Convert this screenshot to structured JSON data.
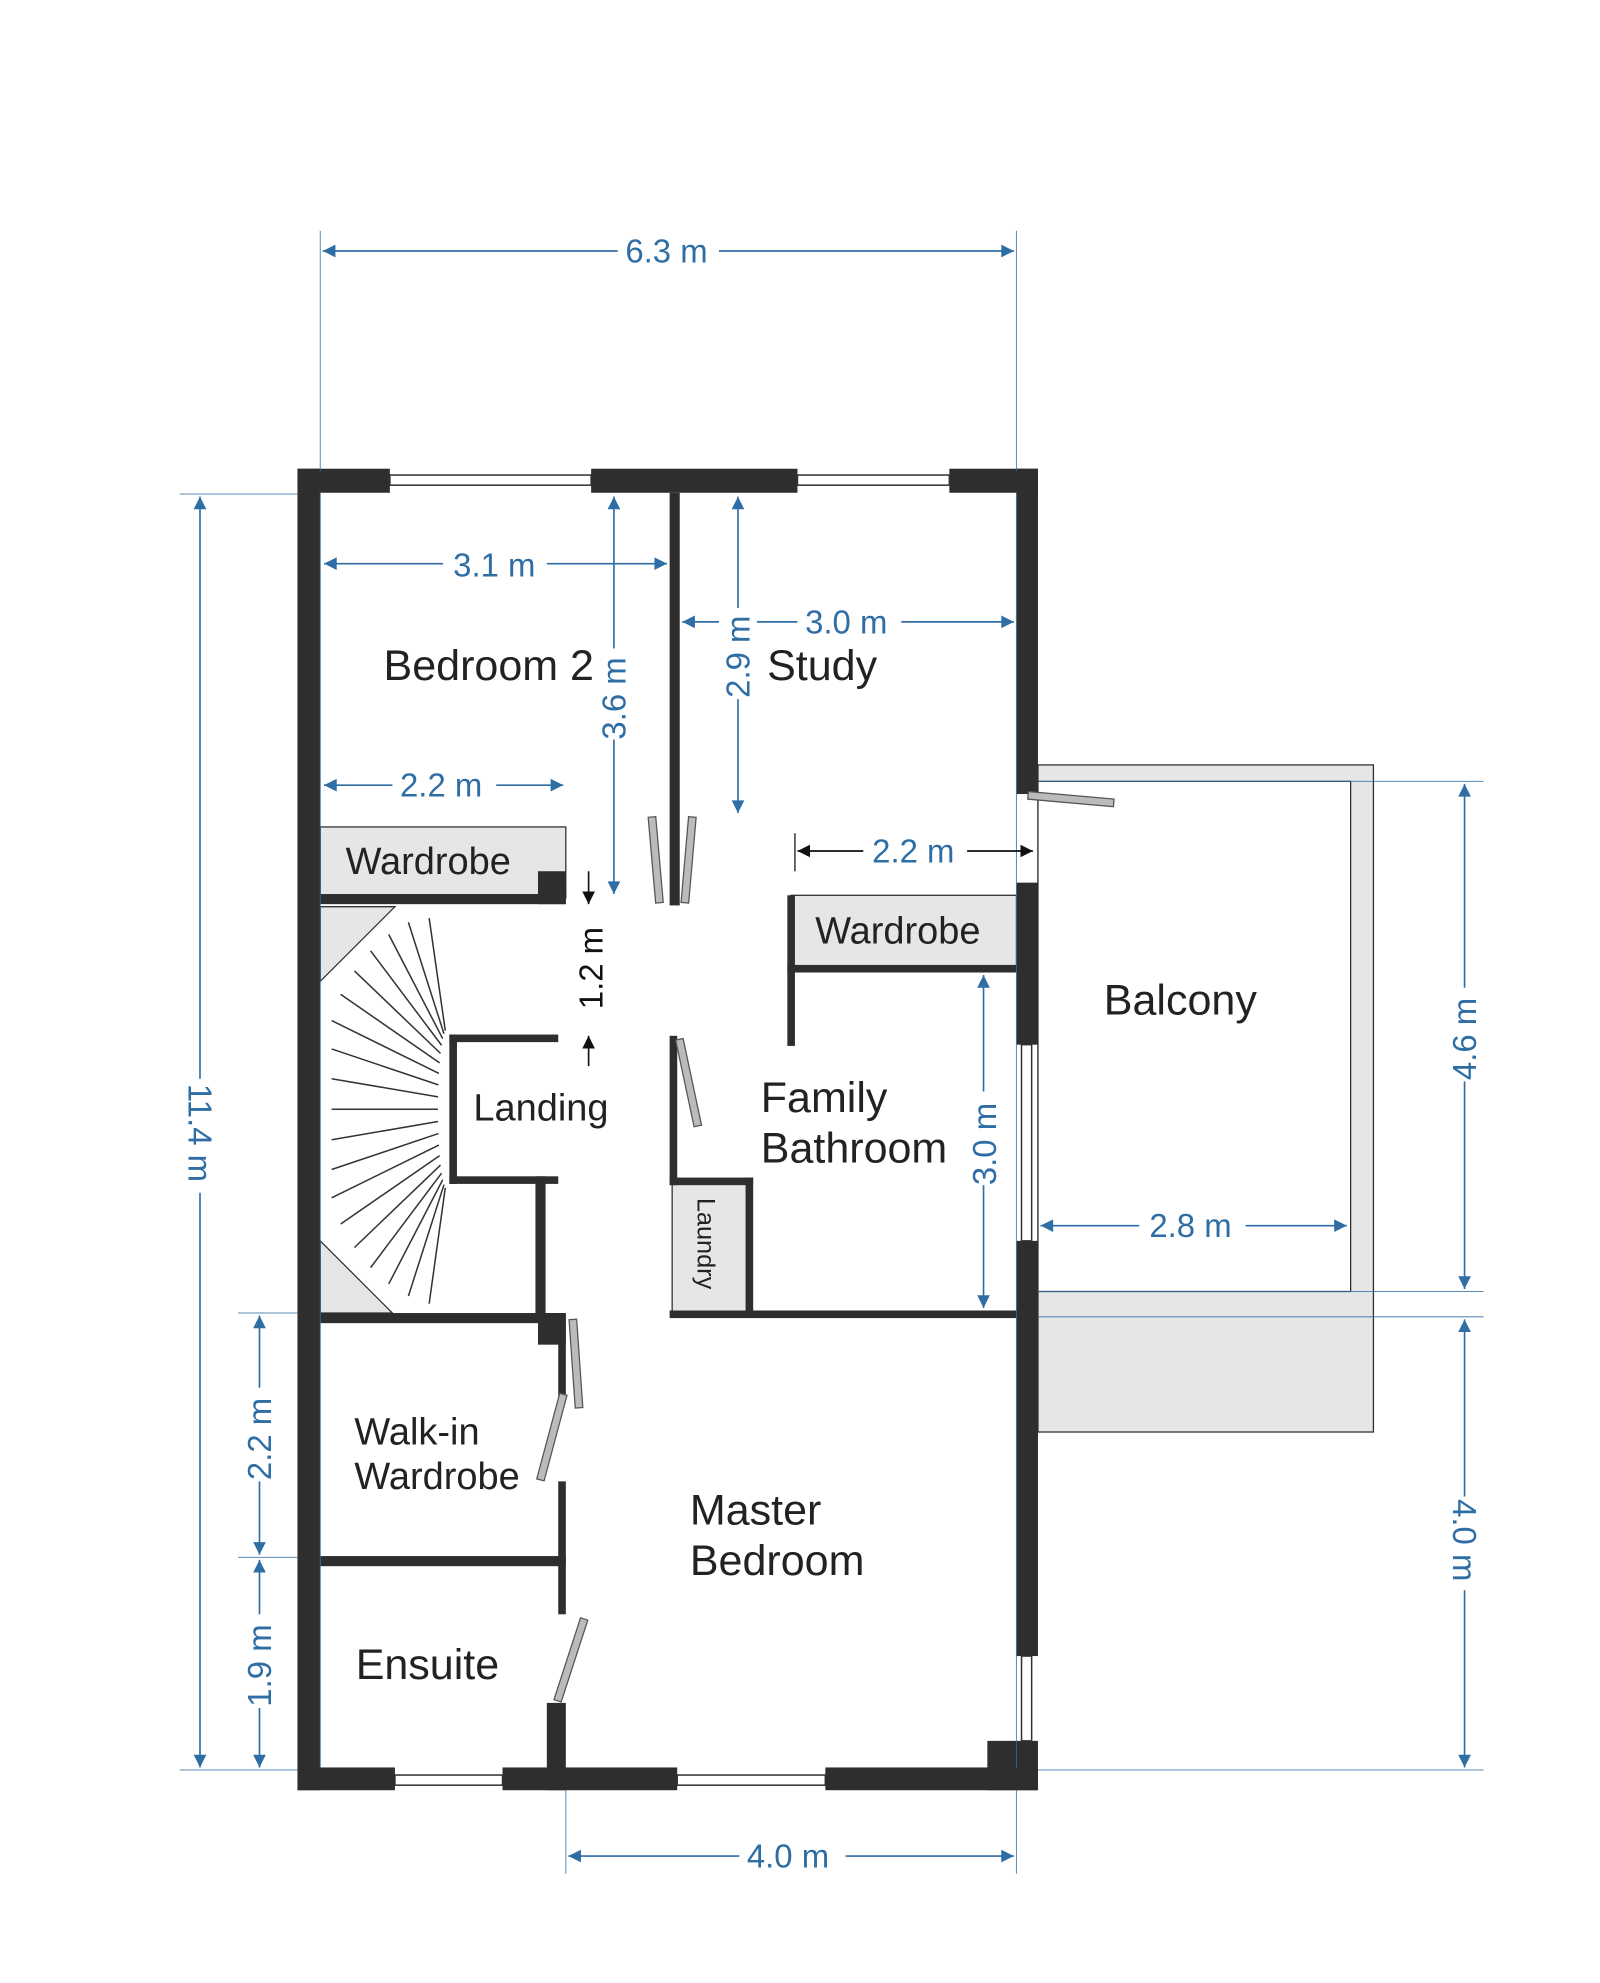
{
  "rooms": {
    "bedroom2": "Bedroom 2",
    "study": "Study",
    "wardrobe1": "Wardrobe",
    "wardrobe2": "Wardrobe",
    "landing": "Landing",
    "family_bathroom_1": "Family",
    "family_bathroom_2": "Bathroom",
    "laundry": "Laundry",
    "balcony": "Balcony",
    "walkin_1": "Walk-in",
    "walkin_2": "Wardrobe",
    "ensuite": "Ensuite",
    "master_1": "Master",
    "master_2": "Bedroom"
  },
  "dimensions": {
    "total_width": "6.3 m",
    "bedroom2_width": "3.1 m",
    "bedroom2_depth": "3.6 m",
    "study_depth": "2.9 m",
    "study_width": "3.0 m",
    "wardrobe1_width": "2.2 m",
    "hall_width": "2.2 m",
    "landing_gap": "1.2 m",
    "bathroom_depth": "3.0 m",
    "balcony_depth": "4.6 m",
    "balcony_width": "2.8 m",
    "total_depth": "11.4 m",
    "walkin_depth": "2.2 m",
    "ensuite_depth": "1.9 m",
    "master_width": "4.0 m",
    "master_depth": "4.0 m"
  },
  "colors": {
    "wall": "#2e2e2e",
    "dimension": "#2f6ea5",
    "fill": "#e6e6e6"
  }
}
